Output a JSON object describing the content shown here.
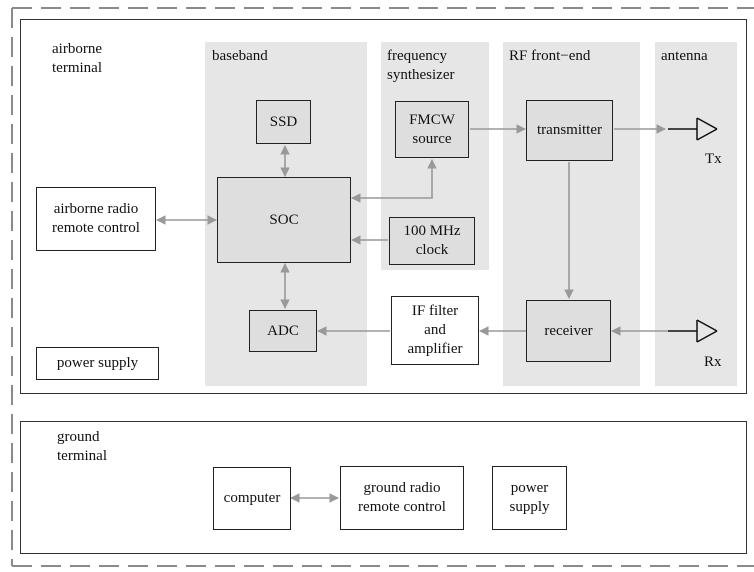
{
  "colors": {
    "column_fill": "#e6e6e6",
    "block_fill": "#dedede",
    "arrow": "#999999",
    "border": "#222222"
  },
  "airborne": {
    "title": "airborne\nterminal"
  },
  "columns": {
    "baseband": "baseband",
    "synth": "frequency\nsynthesizer",
    "rf": "RF front−end",
    "antenna": "antenna"
  },
  "blocks": {
    "ssd": "SSD",
    "soc": "SOC",
    "adc": "ADC",
    "fmcw": "FMCW\nsource",
    "clock": "100 MHz\nclock",
    "transmitter": "transmitter",
    "receiver": "receiver",
    "if_filter": "IF filter\nand\namplifier",
    "air_radio": "airborne radio\nremote control",
    "air_power": "power supply"
  },
  "antenna_labels": {
    "tx": "Tx",
    "rx": "Rx"
  },
  "ground": {
    "title": "ground\nterminal",
    "computer": "computer",
    "radio": "ground radio\nremote control",
    "power": "power\nsupply"
  }
}
